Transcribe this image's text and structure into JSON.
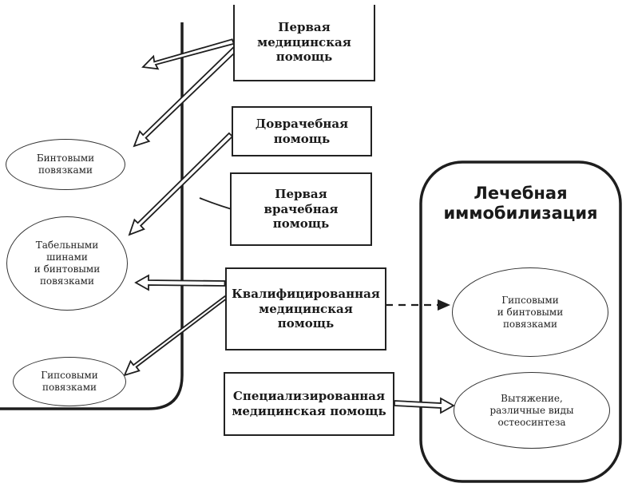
{
  "care_levels": {
    "first_aid": "Первая\nмедицинская\nпомощь",
    "pre_medical": "Доврачебная\nпомощь",
    "first_medical": "Первая\nврачебная\nпомощь",
    "qualified": "Квалифицированная\nмедицинская\nпомощь",
    "specialized": "Специализированная\nмедицинская помощь"
  },
  "transport_immobilization": {
    "bandage": "Бинтовыми\nповязками",
    "splint_bandage": "Табельными\nшинами\nи бинтовыми\nповязками",
    "plaster": "Гипсовыми\nповязками"
  },
  "medical_immobilization": {
    "title": "Лечебная\nиммобилизация",
    "plaster_bandage": "Гипсовыми\nи бинтовыми\nповязками",
    "traction": "Вытяжение,\nразличные виды\nостеосинтеза"
  }
}
